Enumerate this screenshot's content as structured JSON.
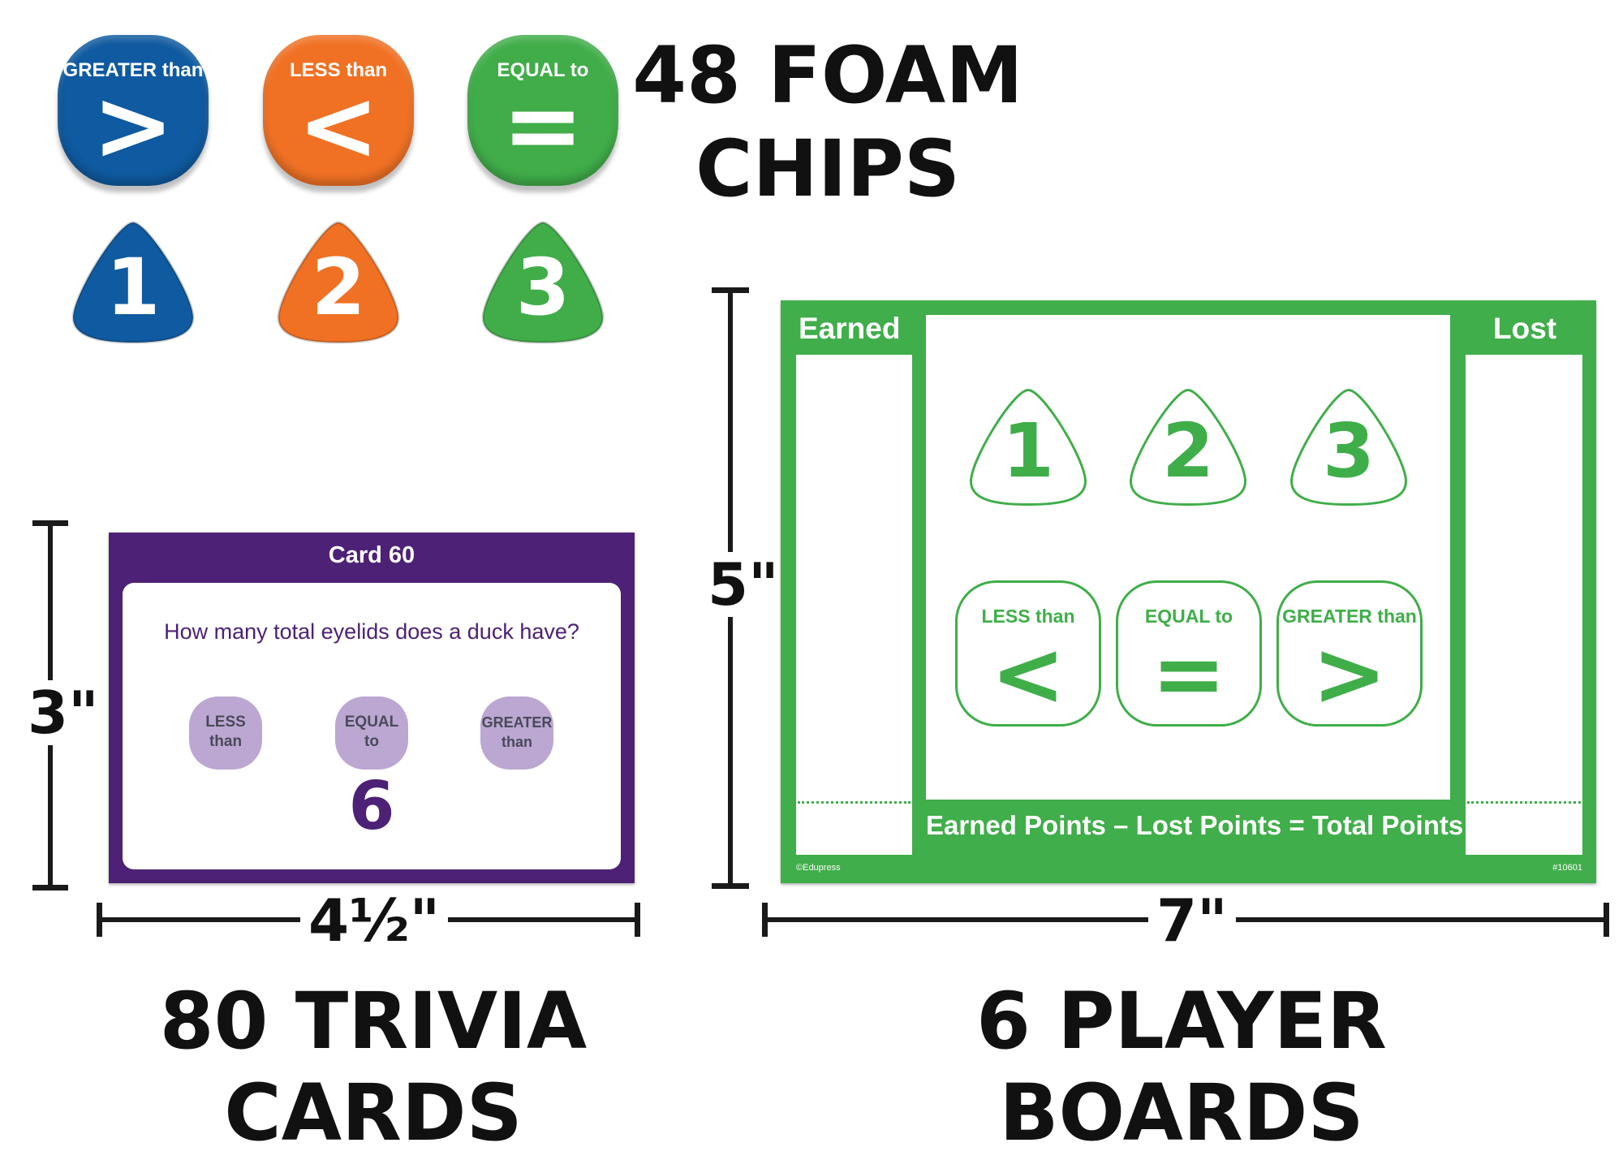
{
  "chips": {
    "title_line1": "48 FOAM",
    "title_line2": "CHIPS",
    "comparison": [
      {
        "label": "GREATER than",
        "symbol": ">",
        "color": "#0f5aa0"
      },
      {
        "label": "LESS than",
        "symbol": "<",
        "color": "#f07124"
      },
      {
        "label": "EQUAL to",
        "symbol": "=",
        "color": "#40ad49"
      }
    ],
    "numbers": [
      {
        "value": "1",
        "color": "#0f5aa0"
      },
      {
        "value": "2",
        "color": "#f07124"
      },
      {
        "value": "3",
        "color": "#40ad49"
      }
    ]
  },
  "card": {
    "title": "Card 60",
    "question": "How many total eyelids does a duck have?",
    "options": [
      {
        "line1": "LESS",
        "line2": "than"
      },
      {
        "line1": "EQUAL",
        "line2": "to"
      },
      {
        "line1": "GREATER",
        "line2": "than"
      }
    ],
    "answer": "6",
    "height_label": "3\"",
    "width_label": "4½\"",
    "caption_line1": "80 TRIVIA",
    "caption_line2": "CARDS",
    "color": "#4d2175"
  },
  "board": {
    "earned_label": "Earned",
    "lost_label": "Lost",
    "numbers": [
      "1",
      "2",
      "3"
    ],
    "comparisons": [
      {
        "label": "LESS than",
        "symbol": "<"
      },
      {
        "label": "EQUAL to",
        "symbol": "="
      },
      {
        "label": "GREATER than",
        "symbol": ">"
      }
    ],
    "formula": "Earned Points – Lost Points = Total Points",
    "copyright": "©Edupress",
    "product_number": "#10601",
    "height_label": "5\"",
    "width_label": "7\"",
    "caption_line1": "6 PLAYER",
    "caption_line2": "BOARDS",
    "color": "#40ae4a"
  }
}
